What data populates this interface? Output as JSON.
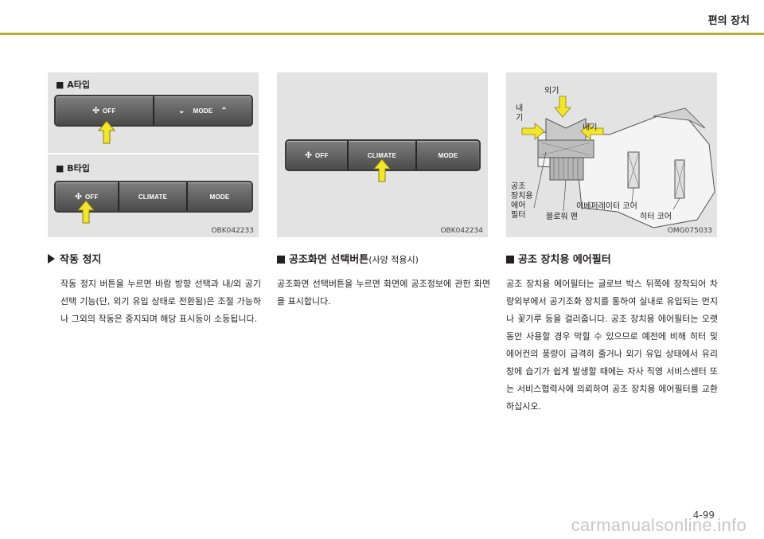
{
  "header": {
    "section_title": "편의 장치"
  },
  "figures": {
    "type_a": {
      "label": "A타입",
      "buttons": [
        "OFF",
        "MODE"
      ],
      "code": ""
    },
    "type_b": {
      "label": "B타입",
      "buttons": [
        "OFF",
        "CLIMATE",
        "MODE"
      ],
      "code": "OBK042233"
    },
    "climate_panel": {
      "buttons": [
        "OFF",
        "CLIMATE",
        "MODE"
      ],
      "code": "OBK042234"
    },
    "air_filter": {
      "callouts": {
        "outside": "외기",
        "inside_left": "내\n기",
        "inside_right": "내기",
        "filter": "공조\n장치용\n에어\n필터",
        "blower": "블로워 팬",
        "evaporator": "이베퍼레이터 코어",
        "heater": "히터 코어"
      },
      "code": "OMG075033"
    }
  },
  "sections": {
    "stop": {
      "heading": "작동 정지",
      "body": "작동 정지 버튼을 누르면 바람 방향 선택과 내/외 공기 선택 기능(단, 외기 유입 상태로 전환됨)은 조절 가능하나 그외의 작동은 중지되며 해당 표시등이 소등됩니다."
    },
    "climate_button": {
      "heading": "공조화면 선택버튼",
      "heading_sub": "(사양 적용시)",
      "body": "공조화면 선택버튼을 누르면 화면에 공조정보에 관한 화면을 표시합니다."
    },
    "air_filter": {
      "heading": "공조 장치용 에어필터",
      "body": "공조 장치용 에어필터는 글로브 박스 뒤쪽에 장착되어 차량외부에서 공기조화 장치를 통하여 실내로 유입되는 먼지나 꽃가루 등을 걸러줍니다. 공조 장치용 에어필터는 오랫동안 사용할 경우 막힐 수 있으므로 예전에 비해 히터 및 에어컨의 풍량이 급격히 줄거나 외기 유입 상태에서 유리창에 습기가 쉽게 발생할 때에는 자사 직영 서비스센터 또는 서비스협력사에 의뢰하여 공조 장치용 에어필터를 교환하십시오."
    }
  },
  "footer": {
    "page_number": "4-99",
    "watermark": "carmanualsonline.info"
  },
  "colors": {
    "accent_bar": "#b8b12e",
    "arrow": "#f2e62d"
  }
}
